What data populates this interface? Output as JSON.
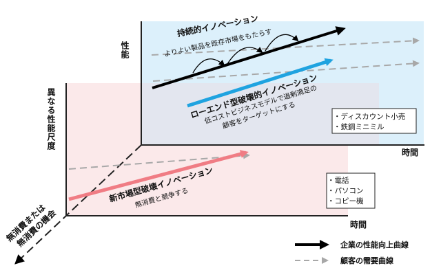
{
  "back_plane": {
    "y_axis_label": "性能",
    "x_axis_label": "時間",
    "sustaining": {
      "title": "持続的イノベーション",
      "subtitle": "よりよい製品を既存市場をもたらす"
    },
    "low_end": {
      "title": "ローエンド型破壊的イノベーション",
      "subtitle_line1": "低コストビジネスモデルで過剰満足の",
      "subtitle_line2": "顧客をターゲットにする"
    },
    "examples": [
      "・ディスカウント小売",
      "・鉄鋼ミニミル"
    ]
  },
  "front_plane": {
    "y_axis_label": "異なる性能尺度",
    "x_axis_label": "時間",
    "new_market": {
      "title": "新市場型破壊イノベーション",
      "subtitle": "無消費と競争する"
    },
    "examples": [
      "・電話",
      "・パソコン",
      "・コピー機"
    ]
  },
  "depth_axis": {
    "label_line1": "無消費または",
    "label_line2": "無消費の機会"
  },
  "legend": [
    {
      "label": "企業の性能向上曲線"
    },
    {
      "label": "顧客の需要曲線"
    }
  ],
  "colors": {
    "back_plane_fill": "#dcf0fb",
    "front_plane_fill": "#fbe9ea",
    "overlap_fill": "#e3e6ef",
    "sustaining_arrow": "#000000",
    "low_end_arrow": "#1fa3e0",
    "new_market_arrow": "#f07c84",
    "demand_curve": "#a8a8a8"
  }
}
